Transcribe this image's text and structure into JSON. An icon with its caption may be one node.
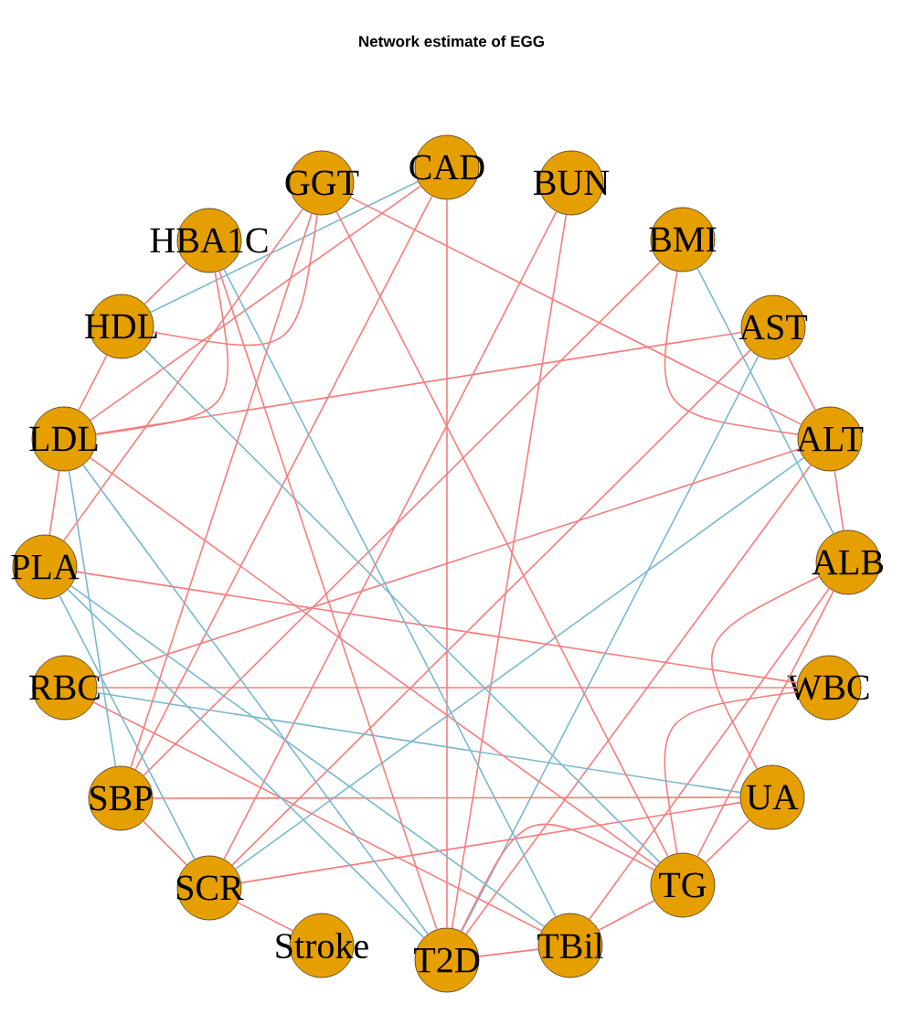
{
  "diagram": {
    "title": "Network estimate of EGG",
    "nodes": [
      {
        "text": [
          "CAD"
        ]
      },
      {
        "text": [
          "BUN"
        ]
      },
      {
        "text": [
          "BMI"
        ]
      },
      {
        "text": [
          "AST"
        ]
      },
      {
        "text": [
          "ALT"
        ]
      },
      {
        "text": [
          "ALB"
        ]
      },
      {
        "text": [
          "WBC"
        ]
      },
      {
        "text": [
          "UA"
        ]
      },
      {
        "text": [
          "TG"
        ]
      },
      {
        "text": [
          "TBil"
        ]
      },
      {
        "text": [
          "T2D"
        ]
      },
      {
        "text": [
          "Stroke"
        ]
      },
      {
        "text": [
          "SCR"
        ]
      },
      {
        "text": [
          "SBP"
        ]
      },
      {
        "text": [
          "RBC"
        ]
      },
      {
        "text": [
          "PLA"
        ]
      },
      {
        "text": [
          "LDL"
        ]
      },
      {
        "text": [
          "HDL"
        ]
      },
      {
        "text": [
          "HBA1C"
        ]
      },
      {
        "text": [
          "GGT"
        ]
      }
    ],
    "edges": [
      {
        "from": 0,
        "to": 17,
        "arrow": "none",
        "color": "#7ab8d0"
      },
      {
        "from": 0,
        "to": 16,
        "arrow": "none"
      },
      {
        "from": 0,
        "to": 13,
        "arrow": "none"
      },
      {
        "from": 0,
        "to": 10,
        "arrow": "none"
      },
      {
        "from": 1,
        "to": 12,
        "arrow": "none"
      },
      {
        "from": 1,
        "to": 10,
        "arrow": "none"
      },
      {
        "from": 2,
        "to": 13,
        "arrow": "none"
      },
      {
        "from": 2,
        "to": 5,
        "arrow": "none",
        "color": "#7ab8d0"
      },
      {
        "from": 2,
        "to": 4,
        "arrow": "none"
      },
      {
        "from": 3,
        "to": 4,
        "arrow": "none"
      },
      {
        "from": 3,
        "to": 16,
        "arrow": "none"
      },
      {
        "from": 3,
        "to": 12,
        "arrow": "none"
      },
      {
        "from": 3,
        "to": 10,
        "arrow": "none",
        "color": "#7ab8d0"
      },
      {
        "from": 4,
        "to": 19,
        "arrow": "none"
      },
      {
        "from": 4,
        "to": 5,
        "arrow": "none"
      },
      {
        "from": 4,
        "to": 14,
        "arrow": "none"
      },
      {
        "from": 4,
        "to": 12,
        "arrow": "none",
        "color": "#7ab8d0"
      },
      {
        "from": 4,
        "to": 10,
        "arrow": "none"
      },
      {
        "from": 5,
        "to": 9,
        "arrow": "none"
      },
      {
        "from": 5,
        "to": 8,
        "arrow": "none"
      },
      {
        "from": 5,
        "to": 7,
        "arrow": "none"
      },
      {
        "from": 6,
        "to": 14,
        "arrow": "none"
      },
      {
        "from": 6,
        "to": 15,
        "arrow": "none"
      },
      {
        "from": 6,
        "to": 8,
        "arrow": "none"
      },
      {
        "from": 7,
        "to": 14,
        "arrow": "none",
        "color": "#7ab8d0"
      },
      {
        "from": 7,
        "to": 13,
        "arrow": "none"
      },
      {
        "from": 7,
        "to": 12,
        "arrow": "none"
      },
      {
        "from": 7,
        "to": 8,
        "arrow": "none"
      },
      {
        "from": 8,
        "to": 19,
        "arrow": "none"
      },
      {
        "from": 8,
        "to": 17,
        "arrow": "none",
        "color": "#7ab8d0"
      },
      {
        "from": 8,
        "to": 16,
        "arrow": "none"
      },
      {
        "from": 8,
        "to": 9,
        "arrow": "none"
      },
      {
        "from": 8,
        "to": 10,
        "arrow": "none"
      },
      {
        "from": 9,
        "to": 18,
        "arrow": "none",
        "color": "#7ab8d0"
      },
      {
        "from": 9,
        "to": 15,
        "arrow": "none",
        "color": "#7ab8d0"
      },
      {
        "from": 9,
        "to": 14,
        "arrow": "none"
      },
      {
        "from": 9,
        "to": 10,
        "arrow": "none"
      },
      {
        "from": 10,
        "to": 18,
        "arrow": "none"
      },
      {
        "from": 10,
        "to": 15,
        "arrow": "none",
        "color": "#7ab8d0"
      },
      {
        "from": 10,
        "to": 16,
        "arrow": "none",
        "color": "#7ab8d0"
      },
      {
        "from": 11,
        "to": 12,
        "arrow": "none"
      },
      {
        "from": 12,
        "to": 13,
        "arrow": "none"
      },
      {
        "from": 12,
        "to": 15,
        "arrow": "none",
        "color": "#7ab8d0"
      },
      {
        "from": 13,
        "to": 16,
        "arrow": "none",
        "color": "#7ab8d0"
      },
      {
        "from": 13,
        "to": 19,
        "arrow": "none"
      },
      {
        "from": 15,
        "to": 16,
        "arrow": "none"
      },
      {
        "from": 15,
        "to": 19,
        "arrow": "none"
      },
      {
        "from": 16,
        "to": 17,
        "arrow": "none"
      },
      {
        "from": 16,
        "to": 18,
        "arrow": "none"
      },
      {
        "from": 17,
        "to": 18,
        "arrow": "none"
      },
      {
        "from": 17,
        "to": 19,
        "arrow": "none"
      }
    ]
  }
}
